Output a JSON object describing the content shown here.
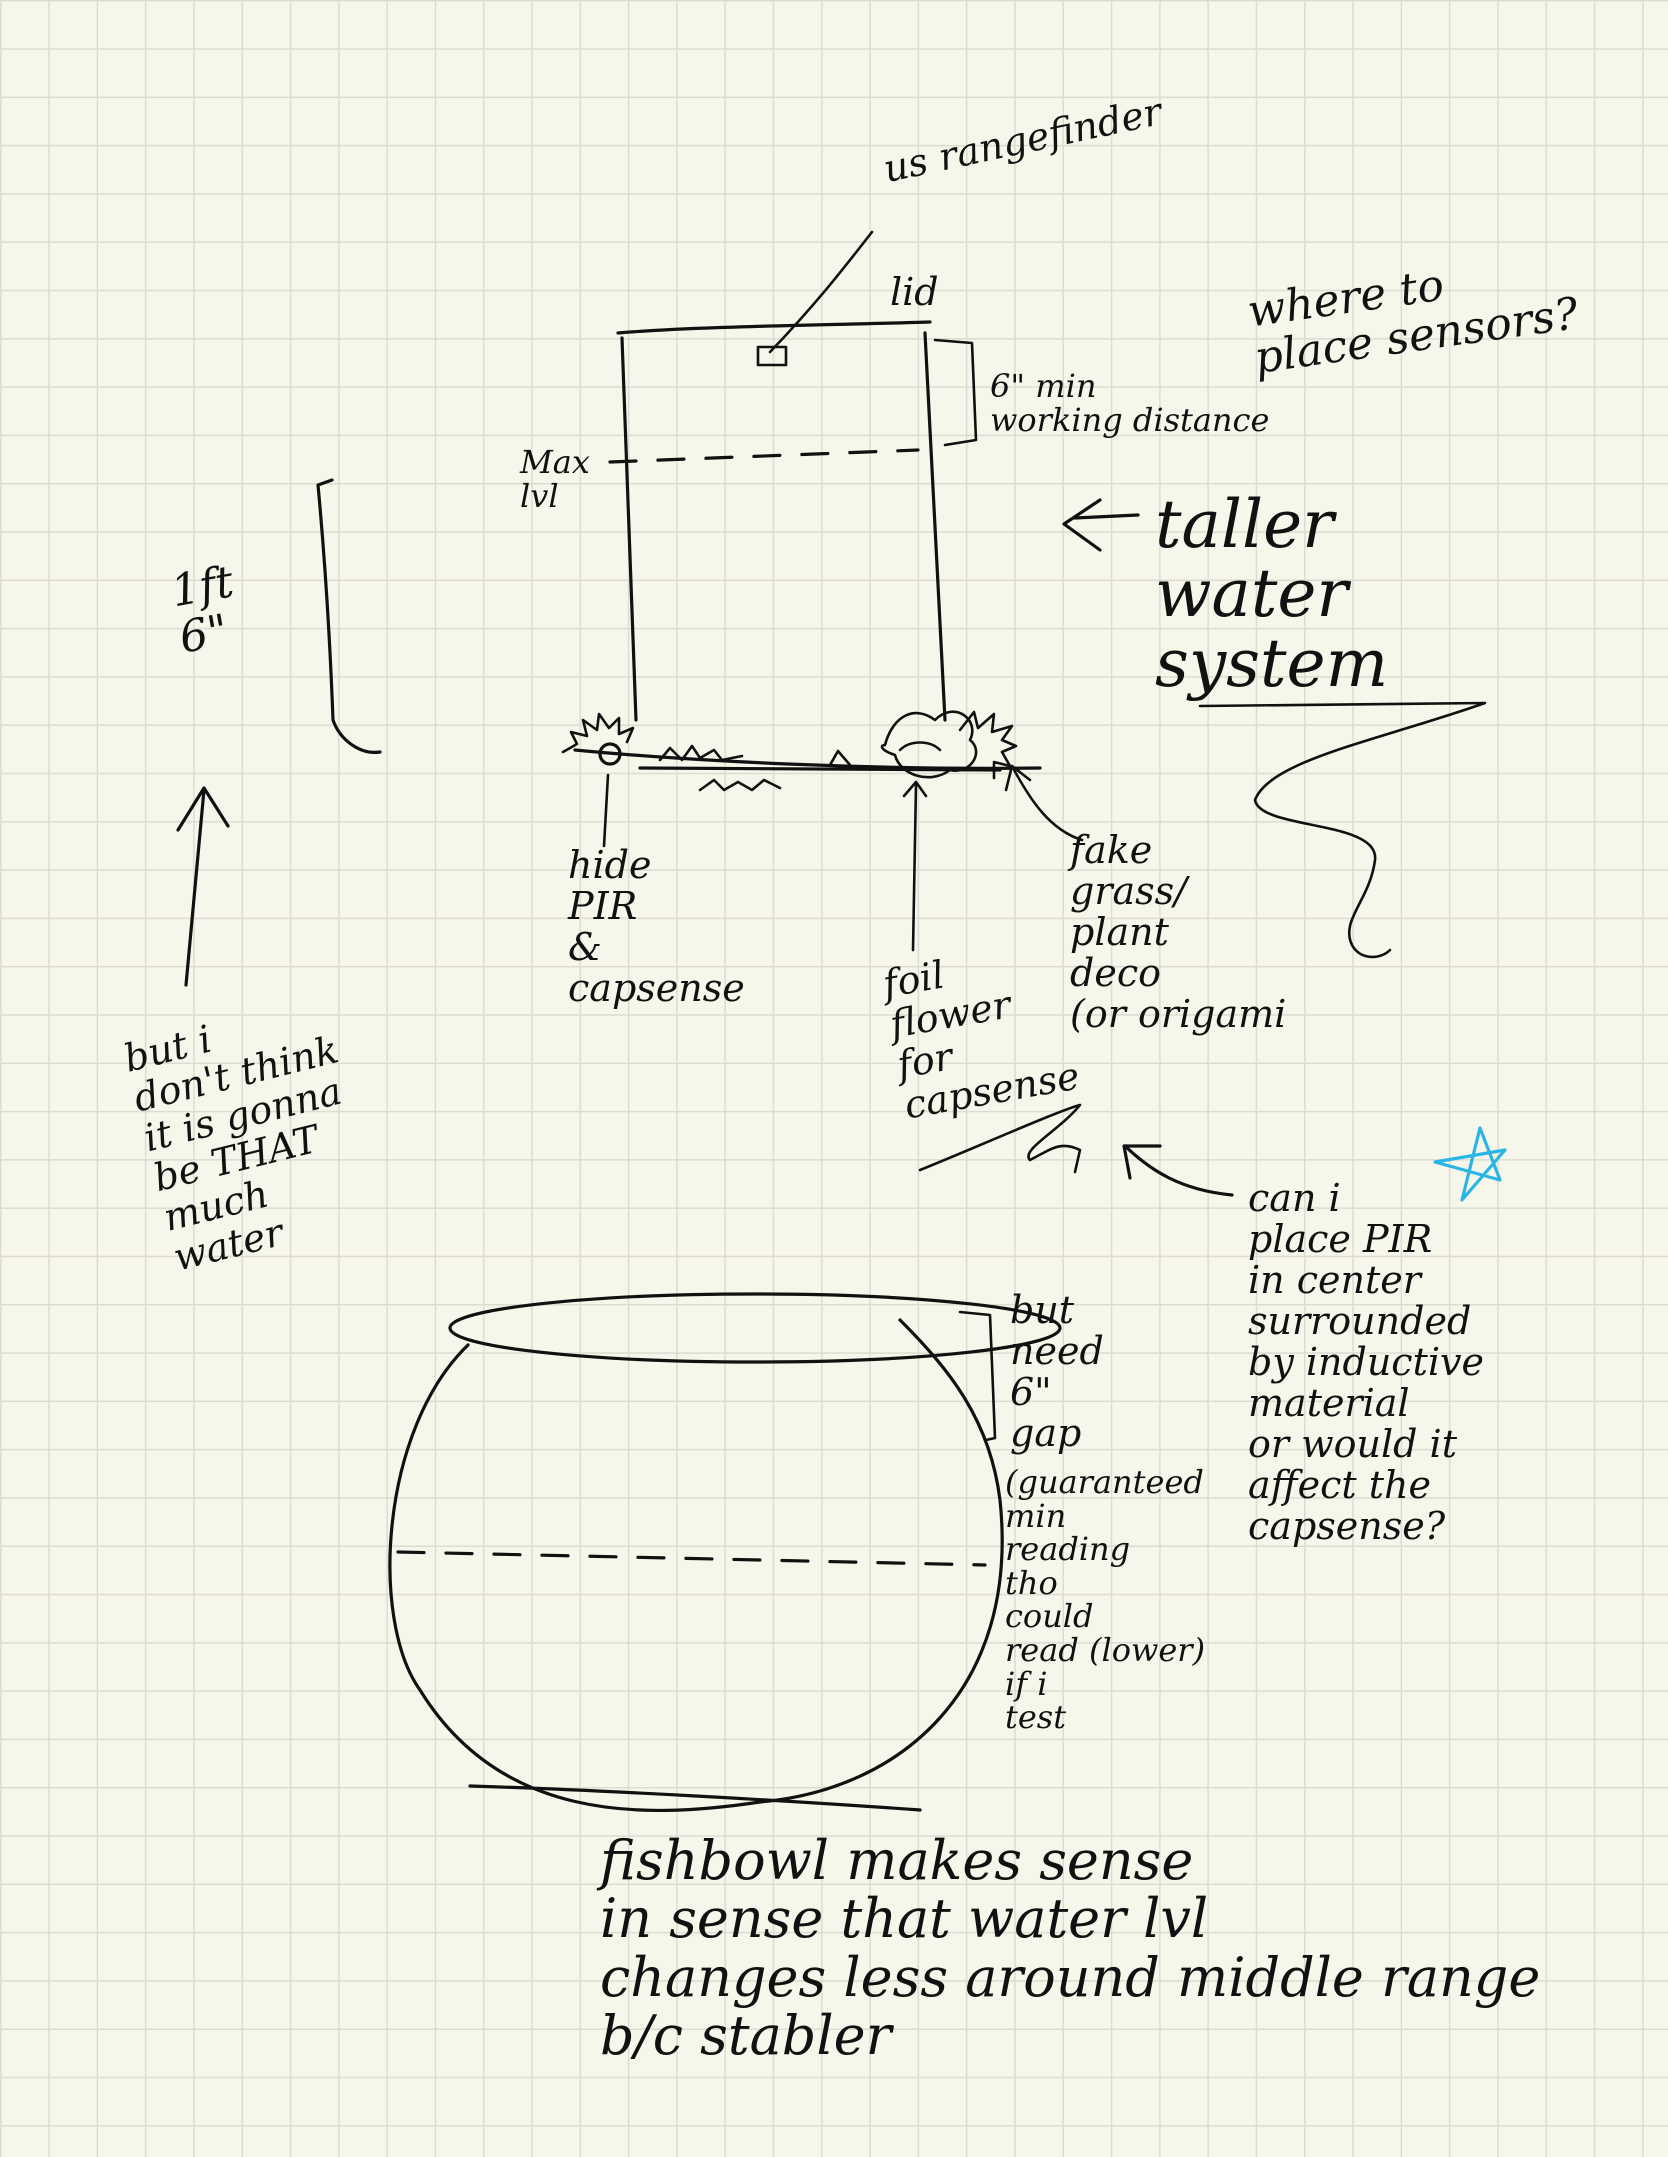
{
  "notes": {
    "rangefinder": "us rangefinder",
    "lid": "lid",
    "min_distance": "6\" min\nworking distance",
    "max_level": "Max\nlvl",
    "where_sensors": "where to\nplace sensors?",
    "height": "1ft\n6\"",
    "taller_system": "taller\nwater\nsystem",
    "hide_pir": "hide\nPIR\n&\ncapsense",
    "foil_flower": "foil\nflower\nfor\ncapsense",
    "fake_grass": "fake\ngrass/\nplant\ndeco\n(or origami",
    "not_much_water": "but i\ndon't think\nit is gonna\nbe THAT\nmuch\nwater",
    "pir_center": "can i\nplace PIR\nin center\nsurrounded\nby inductive\nmaterial\nor would it\naffect the\ncapsense?",
    "gap": "but\nneed\n6\"\ngap",
    "guaranteed": "(guaranteed\nmin\nreading\ntho\ncould\nread (lower)\nif i\ntest",
    "fishbowl": "fishbowl makes sense\nin sense that water lvl\nchanges less around middle range\nb/c stabler"
  },
  "colors": {
    "ink": "#111111",
    "star": "#29b6e6",
    "paper": "#f7f6ea",
    "grid": "#dcdcd0"
  },
  "icons": [
    "star-icon",
    "arrow-icon"
  ]
}
